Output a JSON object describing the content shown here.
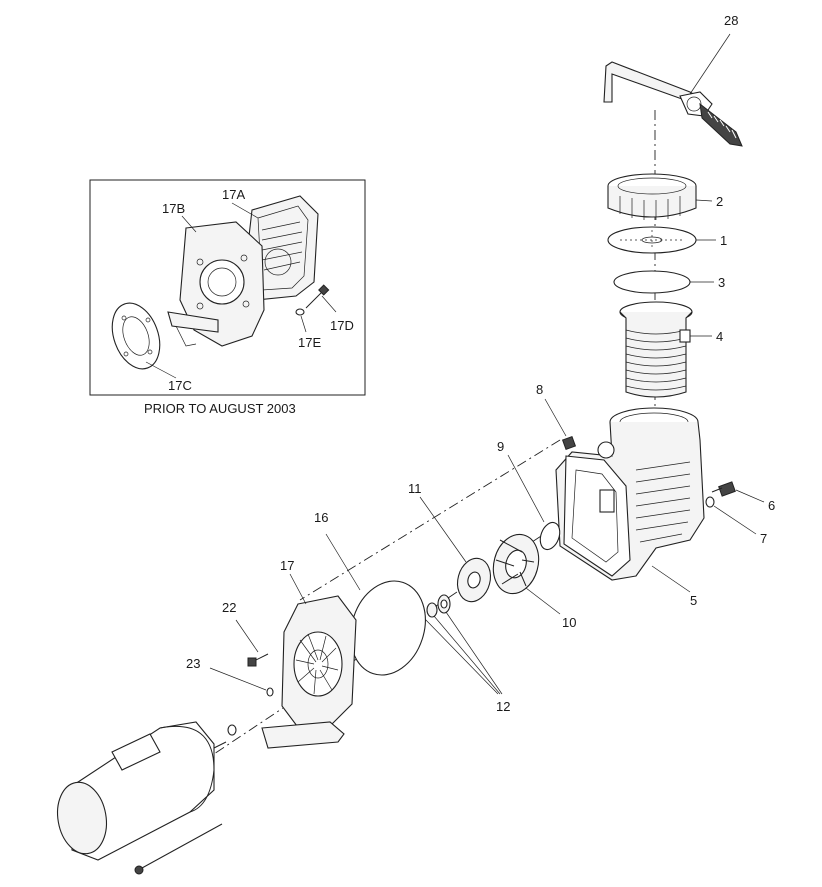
{
  "inset": {
    "caption": "PRIOR TO AUGUST 2003",
    "labels": [
      "17A",
      "17B",
      "17C",
      "17D",
      "17E"
    ]
  },
  "callouts": {
    "p28": "28",
    "p2": "2",
    "p1": "1",
    "p3": "3",
    "p4": "4",
    "p8": "8",
    "p9": "9",
    "p6": "6",
    "p7": "7",
    "p5": "5",
    "p11": "11",
    "p16": "16",
    "p10": "10",
    "p17": "17",
    "p22": "22",
    "p23": "23",
    "p12": "12"
  },
  "colors": {
    "line": "#222222",
    "background": "#ffffff"
  }
}
